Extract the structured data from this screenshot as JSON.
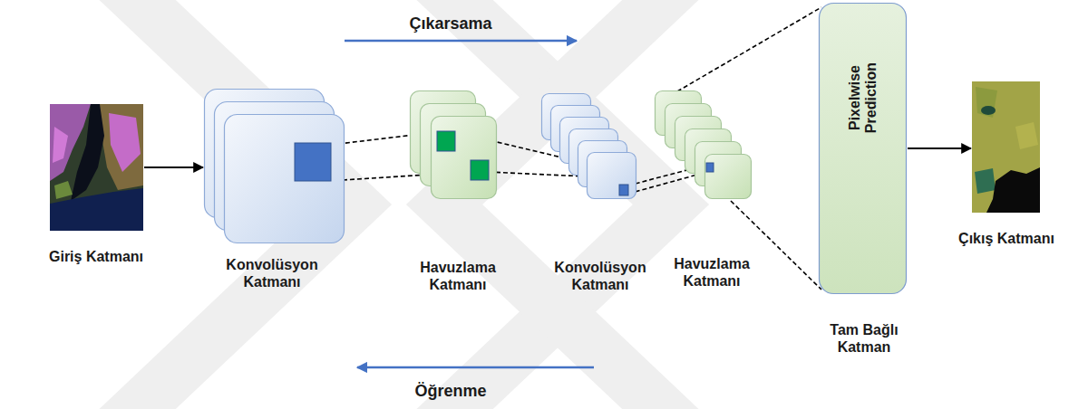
{
  "diagram": {
    "nodes": [
      {
        "text": [
          "Giriş Katmanı"
        ]
      },
      {
        "text": [
          "Konvolüsyon Katmanı"
        ]
      },
      {
        "text": [
          "Havuzlama Katmanı"
        ]
      },
      {
        "text": [
          "Konvolüsyon Katmanı"
        ]
      },
      {
        "text": [
          "Havuzlama Katmanı"
        ]
      },
      {
        "text": [
          "Pixelwise Prediction",
          "Tam Bağlı Katman"
        ]
      },
      {
        "text": [
          "Çıkış Katmanı"
        ]
      }
    ],
    "edges": [
      {
        "from": 0,
        "to": 1,
        "arrow": "to"
      },
      {
        "from": 1,
        "to": 2,
        "arrow": "none"
      },
      {
        "from": 2,
        "to": 3,
        "arrow": "none"
      },
      {
        "from": 3,
        "to": 4,
        "arrow": "none"
      },
      {
        "from": 4,
        "to": 5,
        "arrow": "none"
      },
      {
        "from": 5,
        "to": 6,
        "arrow": "to"
      }
    ],
    "labels": [
      "Çıkarsama",
      "Öğrenme"
    ]
  }
}
